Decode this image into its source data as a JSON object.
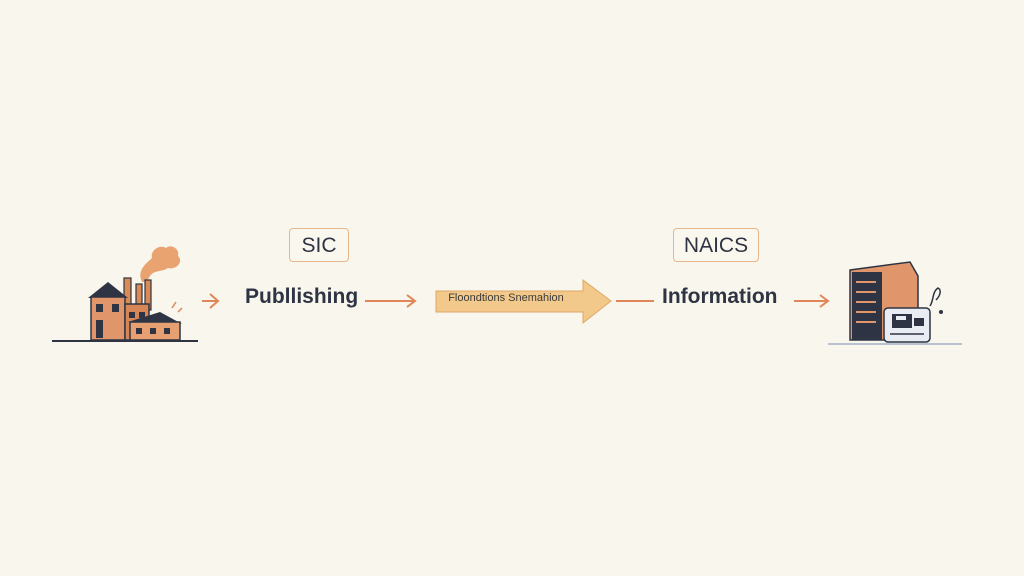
{
  "diagram": {
    "left_category": {
      "code_label": "SIC",
      "stage_label": "Publlishing",
      "icon": "factory-icon"
    },
    "transition": {
      "label": "Floondtions Snemahion"
    },
    "right_category": {
      "code_label": "NAICS",
      "stage_label": "Information",
      "icon": "server-computer-icon"
    }
  },
  "colors": {
    "background": "#f8f6ed",
    "accent": "#e0875a",
    "arrow_fill": "#f2c98a",
    "text": "#2e3443",
    "box_border": "#e9b78c"
  }
}
